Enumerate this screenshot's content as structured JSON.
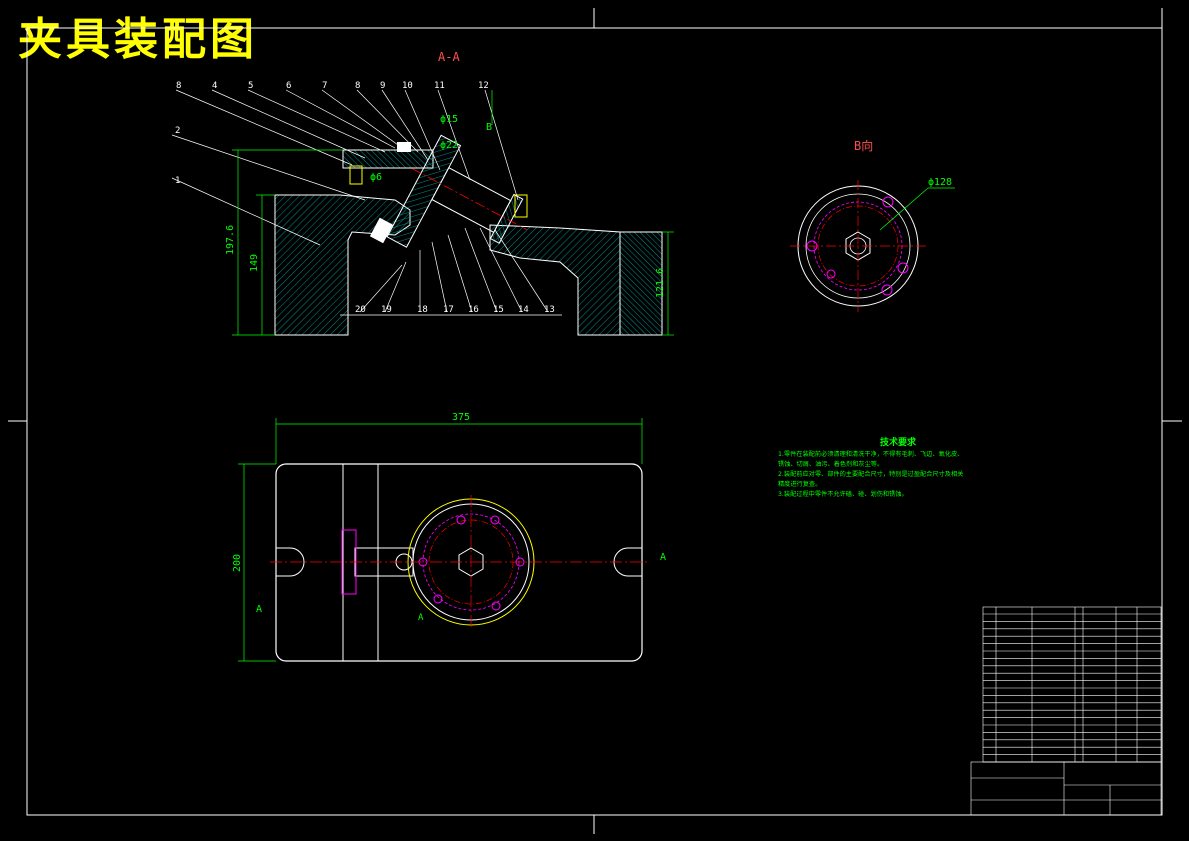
{
  "title": "夹具装配图",
  "section_aa": "A-A",
  "view_b": "B向",
  "balloons_top": [
    "8",
    "4",
    "5",
    "6",
    "7",
    "8",
    "9",
    "10",
    "11",
    "12"
  ],
  "balloons_left": [
    "2",
    "1"
  ],
  "balloons_bottom": [
    "20",
    "19",
    "18",
    "17",
    "16",
    "15",
    "14",
    "13"
  ],
  "dims": {
    "d1": "197.6",
    "d2": "149",
    "d3": "121.6",
    "phi15": "ϕ15",
    "phi22": "ϕ22",
    "phi6": "ϕ6",
    "phi128": "ϕ128",
    "width375": "375",
    "height200": "200",
    "b_mark": "B"
  },
  "labels": {
    "a_left": "A",
    "a_right": "A",
    "a_small": "A"
  },
  "tech": {
    "heading": "技术要求",
    "lines": [
      "1.零件在装配前必须清理和清洗干净，不得有毛刺、飞边、氧化皮、",
      "锈蚀、切屑、油污、着色剂和灰尘等。",
      "2.装配前应对零、部件的主要配合尺寸，特别是过盈配合尺寸及相关",
      "精度进行复查。",
      "3.装配过程中零件不允许磕、碰、划伤和锈蚀。"
    ]
  },
  "colors": {
    "frame": "#ffffff",
    "section": "#00cccc",
    "dim": "#00ff00",
    "center": "#ff0000",
    "title": "#ffff00",
    "hidden": "#ff00ff"
  }
}
